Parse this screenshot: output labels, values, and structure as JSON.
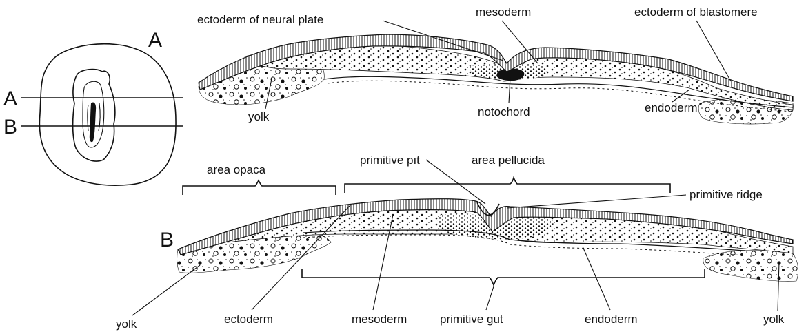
{
  "section_markers": {
    "a": "A",
    "b": "B"
  },
  "embryo_inset": {
    "line_a_label": "A",
    "line_b_label": "B"
  },
  "section_a": {
    "label": "A",
    "labels": {
      "ectoderm_neural_plate": "ectoderm of neural plate",
      "mesoderm": "mesoderm",
      "ectoderm_blastomere": "ectoderm of blastomere",
      "yolk": "yolk",
      "notochord": "notochord",
      "endoderm": "endoderm"
    }
  },
  "section_b": {
    "label": "B",
    "labels": {
      "area_opaca": "area opaca",
      "primitive_pit": "primitive pıt",
      "area_pellucida": "area pellucida",
      "primitive_ridge": "primitive ridge",
      "yolk_left": "yolk",
      "ectoderm": "ectoderm",
      "mesoderm": "mesoderm",
      "primitive_gut": "primitive gut",
      "endoderm": "endoderm",
      "yolk_right": "yolk"
    }
  }
}
